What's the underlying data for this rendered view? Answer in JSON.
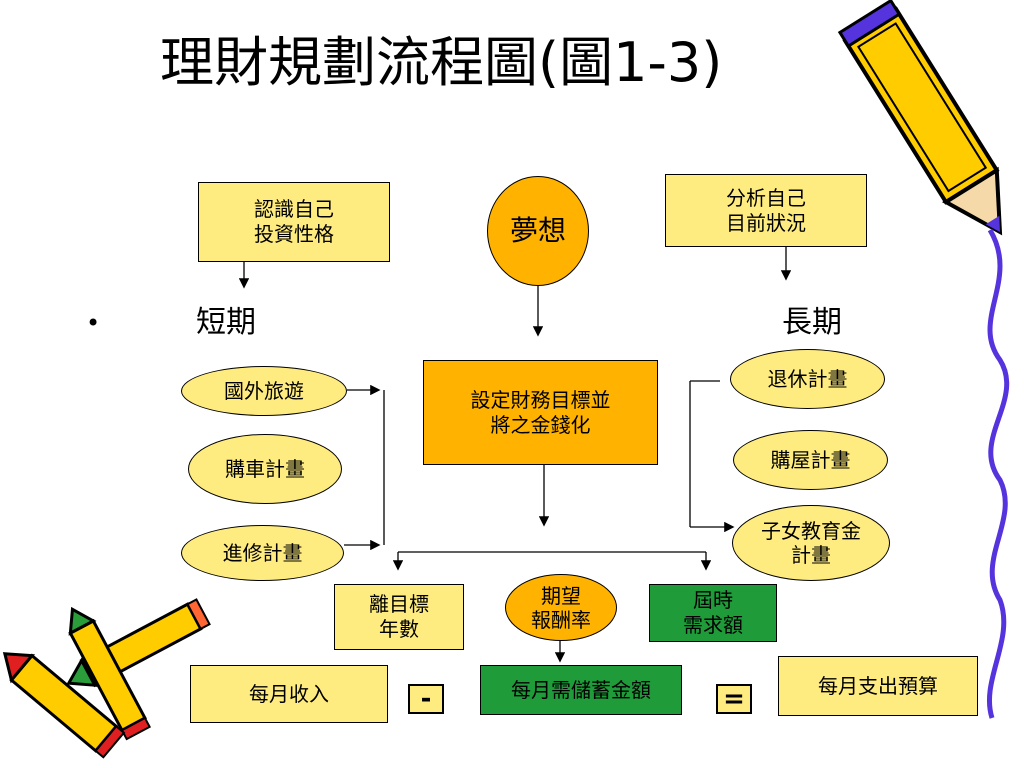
{
  "title": "理財規劃流程圖(圖1-3)",
  "nodes": {
    "know_self": "認識自己\n投資性格",
    "dream": "夢想",
    "analyze_self": "分析自己\n目前狀況",
    "set_goal": "設定財務目標並\n將之金錢化",
    "travel": "國外旅遊",
    "car": "購車計畫",
    "study": "進修計畫",
    "retire": "退休計畫",
    "house": "購屋計畫",
    "education": "子女教育金\n計畫",
    "years": "離目標\n年數",
    "return_rate": "期望\n報酬率",
    "need_amount": "屆時\n需求額",
    "monthly_income": "每月收入",
    "monthly_saving": "每月需儲蓄金額",
    "monthly_budget": "每月支出預算"
  },
  "labels": {
    "bullet": "•",
    "short_term": "短期",
    "long_term": "長期",
    "minus": "-",
    "equals": "="
  },
  "colors": {
    "yellow": "#ffec80",
    "orange": "#ffb300",
    "green": "#1f9b3a",
    "pencil_blue": "#5533dd"
  },
  "icons": [
    "pencil-icon",
    "crayons-icon"
  ]
}
